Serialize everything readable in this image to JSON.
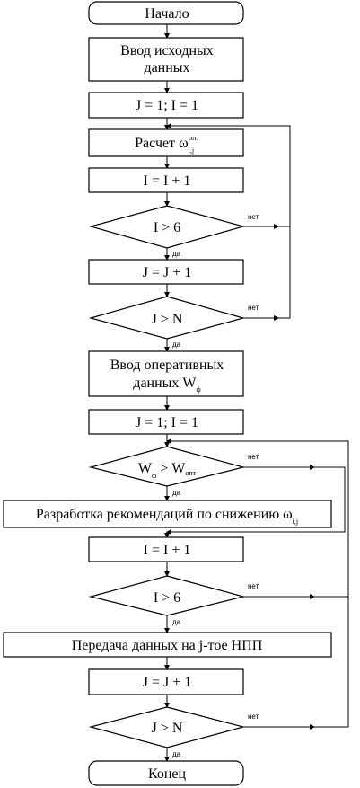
{
  "flowchart": {
    "start": "Начало",
    "input_data_line1": "Ввод исходных",
    "input_data_line2": "данных",
    "init1": "J = 1; I = 1",
    "calc_prefix": "Расчет ω",
    "calc_sub": "i,j",
    "calc_sup": "опт",
    "inc_i_1": "I = I + 1",
    "cond_i_1": "I > 6",
    "inc_j_1": "J = J + 1",
    "cond_j_1": "J > N",
    "op_input_line1": "Ввод оперативных",
    "op_input_line2_prefix": "данных W",
    "op_input_line2_sub": "ф",
    "init2": "J = 1; I = 1",
    "cond_w_a": "W",
    "cond_w_a_sub": "ф",
    "cond_w_b": "> W",
    "cond_w_b_sub": "опт",
    "recommend_prefix": "Разработка рекомендаций по снижению ω",
    "recommend_sub": "i,j",
    "inc_i_2": "I = I + 1",
    "cond_i_2": "I > 6",
    "transfer": "Передача данных на j-тое НПП",
    "inc_j_2": "J = J + 1",
    "cond_j_2": "J > N",
    "end": "Конец",
    "yes": "да",
    "no": "нет"
  }
}
